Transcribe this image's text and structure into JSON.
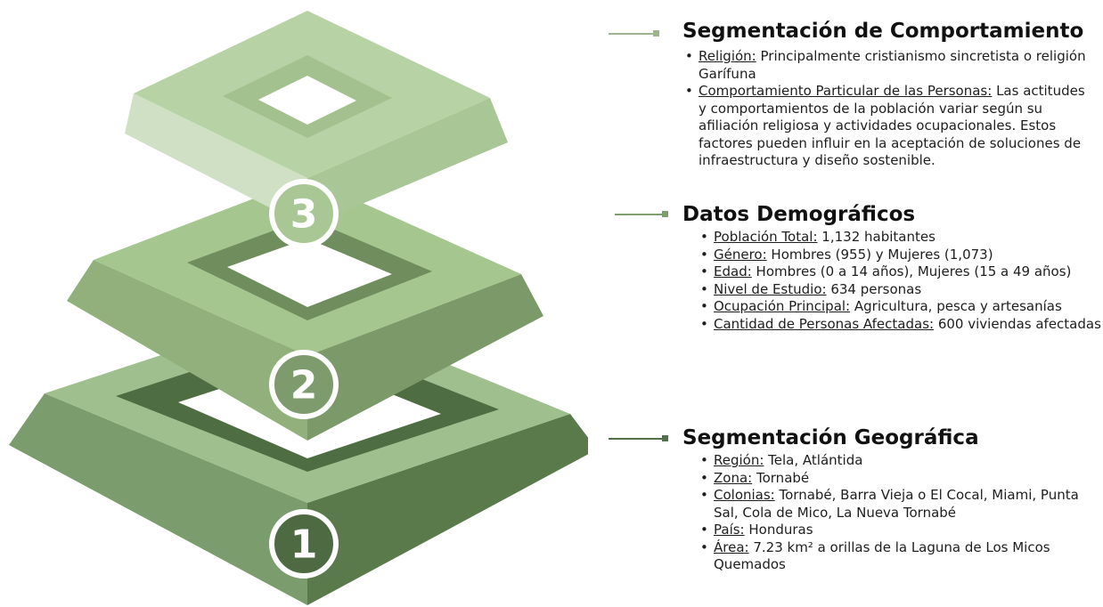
{
  "colors": {
    "level1": {
      "top": "#9fbf8e",
      "left": "#7b9c6c",
      "right": "#5a7a4c",
      "inner": "#4f6d43",
      "badge": "#4e6a42"
    },
    "level2": {
      "top": "#a6c68f",
      "left": "#91b07b",
      "right": "#7c9a69",
      "inner": "#6f8d5d",
      "badge": "#7e9b6d"
    },
    "level3": {
      "top": "#b7d3a5",
      "left": "#cfe0c4",
      "right": "#a8c696",
      "inner": "#a3c18f",
      "badge": "#a9c795"
    },
    "connector_top": "#9cb58c",
    "connector_mid": "#7f9e6f",
    "connector_bottom": "#52704a"
  },
  "pyramid": {
    "levels": [
      {
        "number": "1",
        "badge_icon": "circle-badge"
      },
      {
        "number": "2",
        "badge_icon": "circle-badge"
      },
      {
        "number": "3",
        "badge_icon": "circle-badge"
      }
    ]
  },
  "sections": {
    "behavior": {
      "title": "Segmentación de Comportamiento",
      "items": [
        {
          "label": "Religión:",
          "text": " Principalmente cristianismo sincretista o religión Garífuna"
        },
        {
          "label": "Comportamiento Particular de las Personas:",
          "text": " Las actitudes y comportamientos de la población variar según su afiliación religiosa y actividades ocupacionales. Estos factores pueden influir en la aceptación de soluciones de infraestructura y diseño sostenible."
        }
      ]
    },
    "demographic": {
      "title": "Datos Demográficos",
      "items": [
        {
          "label": "Población Total:",
          "text": " 1,132 habitantes"
        },
        {
          "label": "Género:",
          "text": " Hombres (955) y Mujeres (1,073)"
        },
        {
          "label": "Edad:",
          "text": " Hombres (0 a 14 años), Mujeres (15 a 49 años)"
        },
        {
          "label": "Nivel de Estudio:",
          "text": " 634 personas"
        },
        {
          "label": "Ocupación Principal:",
          "text": " Agricultura, pesca y artesanías"
        },
        {
          "label": "Cantidad de Personas Afectadas:",
          "text": " 600 viviendas afectadas"
        }
      ]
    },
    "geographic": {
      "title": "Segmentación Geográfica",
      "items": [
        {
          "label": "Región:",
          "text": " Tela, Atlántida"
        },
        {
          "label": "Zona:",
          "text": " Tornabé"
        },
        {
          "label": "Colonias:",
          "text": " Tornabé, Barra Vieja o El Cocal, Miami, Punta Sal, Cola de Mico, La Nueva Tornabé"
        },
        {
          "label": "País:",
          "text": " Honduras"
        },
        {
          "label": "Área:",
          "text": " 7.23 km² a orillas de la Laguna de Los Micos Quemados"
        }
      ]
    }
  }
}
